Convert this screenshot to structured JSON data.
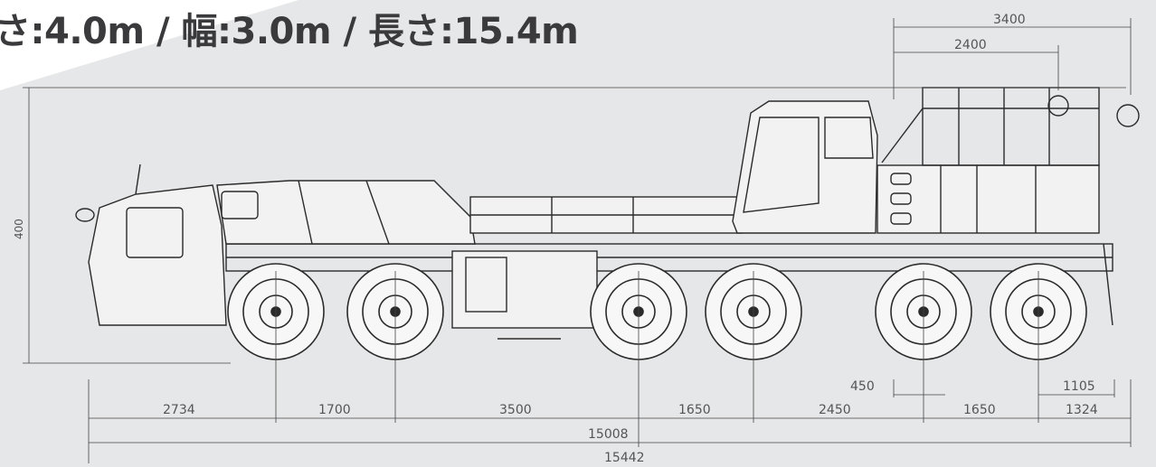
{
  "title": "さ:4.0m / 幅:3.0m / 長さ:15.4m",
  "dimensions": {
    "height_label": "400",
    "top": [
      "3400",
      "2400"
    ],
    "axle_spacing": [
      "2734",
      "1700",
      "3500",
      "1650",
      "2450",
      "1650",
      "1324"
    ],
    "overhang": [
      "450",
      "1105"
    ],
    "total_inner": "15008",
    "total_outer": "15442"
  },
  "colors": {
    "background": "#e6e7e8",
    "line": "#2b2b2b",
    "title": "#3a3a3c",
    "band": "#ffffff"
  }
}
